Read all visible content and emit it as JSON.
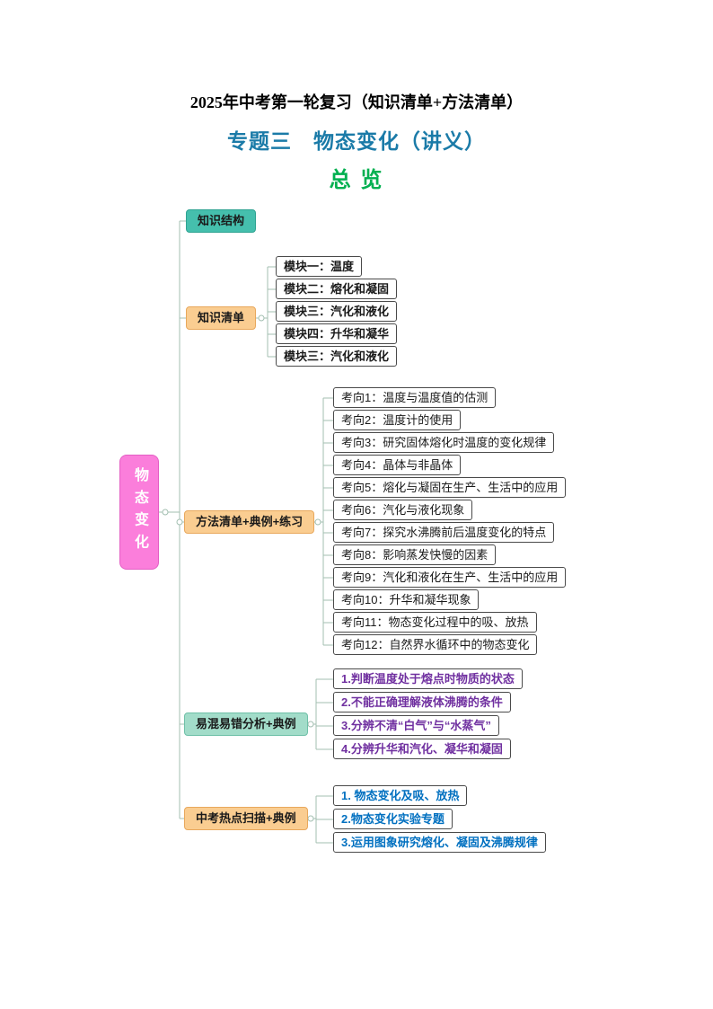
{
  "page": {
    "title_line1": "2025年中考第一轮复习（知识清单+方法清单）",
    "title_line2": "专题三　物态变化（讲义）",
    "title_line3": "总 览"
  },
  "colors": {
    "topic_title": "#1B7BA8",
    "overview_heading": "#00B050",
    "root_fill": "#FB7EDB",
    "branch_orange": "#FACD91",
    "branch_teal": "#45BFAD",
    "branch_light_teal": "#A2DCC9",
    "confusion_text": "#7030A0",
    "hotspot_text": "#0070C0",
    "connector": "#A3BFB1"
  },
  "mindmap": {
    "root": "物态变化",
    "branches": [
      {
        "label": "知识结构",
        "children": []
      },
      {
        "label": "知识清单",
        "children": [
          "模块一：温度",
          "模块二：熔化和凝固",
          "模块三：汽化和液化",
          "模块四：升华和凝华",
          "模块三：汽化和液化"
        ]
      },
      {
        "label": "方法清单+典例+练习",
        "children": [
          "考向1：温度与温度值的估测",
          "考向2：温度计的使用",
          "考向3：研究固体熔化时温度的变化规律",
          "考向4：晶体与非晶体",
          "考向5：熔化与凝固在生产、生活中的应用",
          "考向6：汽化与液化现象",
          "考向7：探究水沸腾前后温度变化的特点",
          "考向8：影响蒸发快慢的因素",
          "考向9：汽化和液化在生产、生活中的应用",
          "考向10：升华和凝华现象",
          "考向11：物态变化过程中的吸、放热",
          "考向12：自然界水循环中的物态变化"
        ]
      },
      {
        "label": "易混易错分析+典例",
        "children": [
          "1.判断温度处于熔点时物质的状态",
          "2.不能正确理解液体沸腾的条件",
          "3.分辨不清“白气”与“水蒸气”",
          "4.分辨升华和汽化、凝华和凝固"
        ]
      },
      {
        "label": "中考热点扫描+典例",
        "children": [
          "1. 物态变化及吸、放热",
          "2.物态变化实验专题",
          "3.运用图象研究熔化、凝固及沸腾规律"
        ]
      }
    ]
  }
}
